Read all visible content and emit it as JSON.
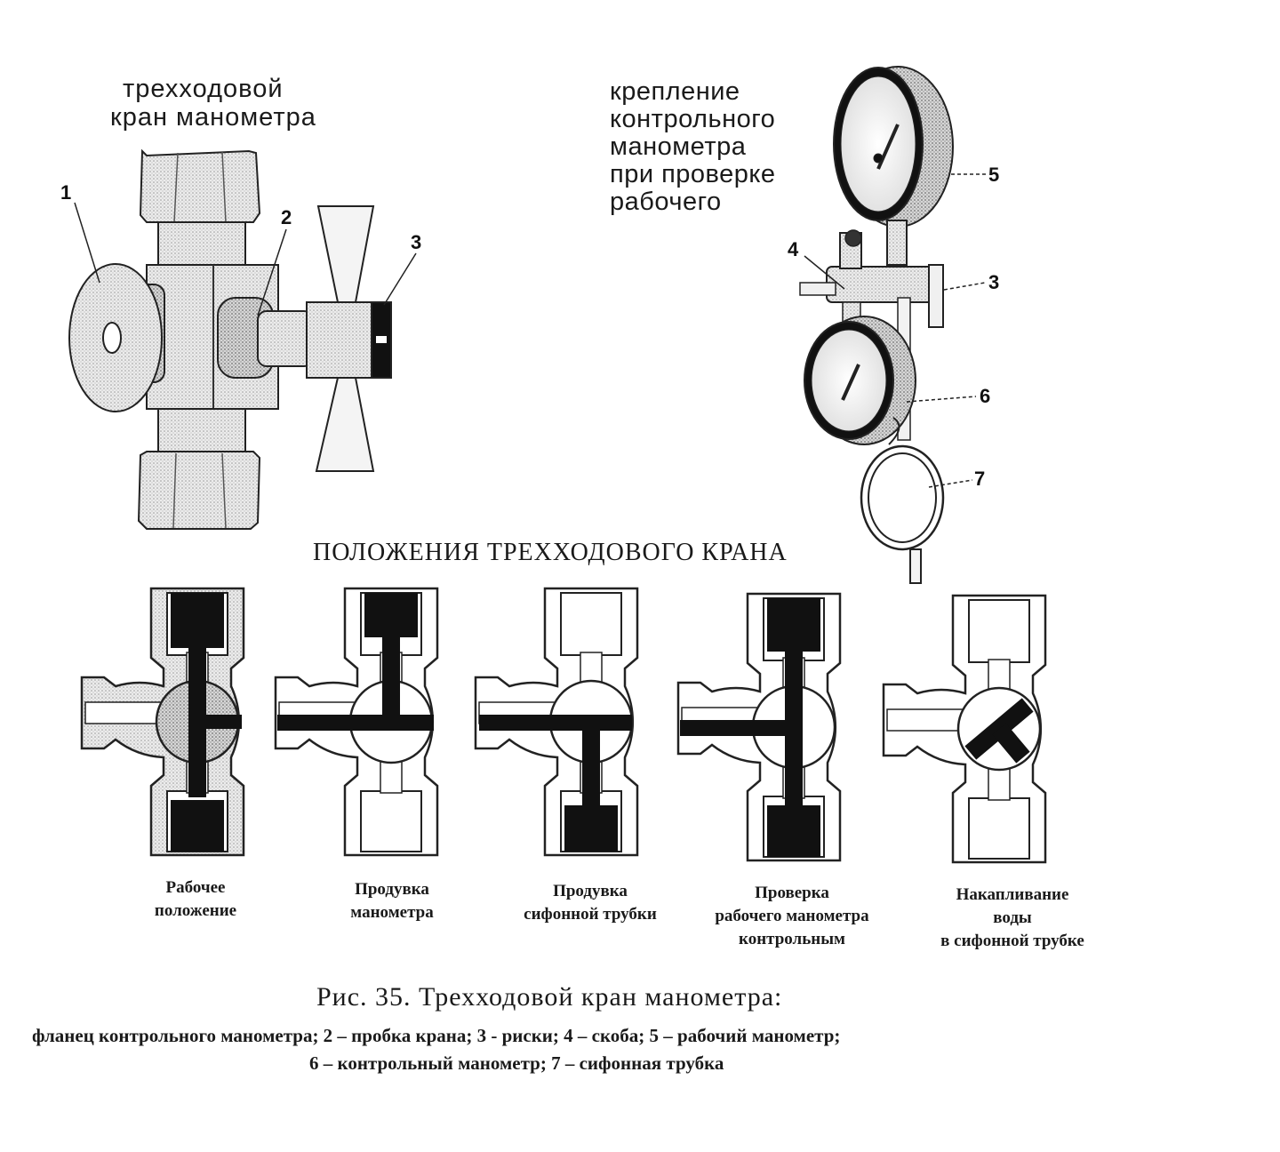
{
  "valve_title": [
    "трехходовой",
    "кран манометра"
  ],
  "mount_title": [
    "крепление",
    "контрольного",
    "манометра",
    "при проверке",
    "рабочего"
  ],
  "callouts_left": [
    "1",
    "2",
    "3"
  ],
  "callouts_right": [
    "4",
    "3",
    "5",
    "6",
    "7"
  ],
  "positions_title": "ПОЛОЖЕНИЯ ТРЕХХОДОВОГО КРАНА",
  "positions": [
    {
      "caption": [
        "Рабочее",
        "положение"
      ]
    },
    {
      "caption": [
        "Продувка",
        "манометра"
      ]
    },
    {
      "caption": [
        "Продувка",
        "сифонной трубки"
      ]
    },
    {
      "caption": [
        "Проверка",
        "рабочего манометра",
        "контрольным"
      ]
    },
    {
      "caption": [
        "Накапливание",
        "воды",
        "в сифонной трубке"
      ]
    }
  ],
  "figure_title": "Рис. 35. Трехходовой кран манометра:",
  "legend_line1": "фланец контрольного манометра; 2 – пробка крана; 3 - риски;  4 – скоба; 5 – рабочий манометр;",
  "legend_line2": "6 – контрольный манометр; 7 – сифонная трубка"
}
